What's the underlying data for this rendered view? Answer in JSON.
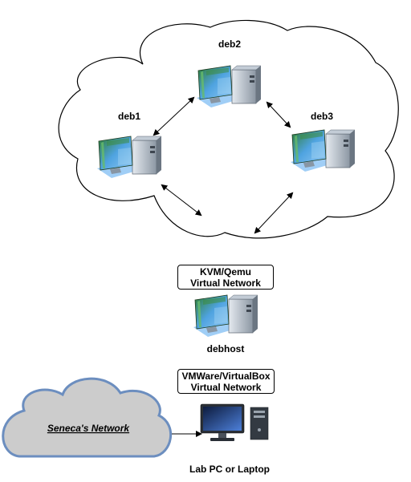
{
  "nodes": {
    "deb1": "deb1",
    "deb2": "deb2",
    "deb3": "deb3",
    "debhost": "debhost",
    "lab_pc": "Lab PC or Laptop"
  },
  "networks": {
    "kvm": {
      "line1": "KVM/Qemu",
      "line2": "Virtual Network"
    },
    "vmware": {
      "line1": "VMWare/VirtualBox",
      "line2": "Virtual Network"
    },
    "seneca": "Seneca's Network"
  },
  "colors": {
    "cloud_stroke": "#000000",
    "seneca_cloud_fill": "#cccccc",
    "seneca_cloud_stroke": "#6c8ebf",
    "monitor_green": "#4caf50",
    "monitor_blue": "#5b9bd5",
    "tower_grey": "#7f8c9a"
  },
  "icons": [
    "server-computer-icon",
    "desktop-pc-icon"
  ]
}
